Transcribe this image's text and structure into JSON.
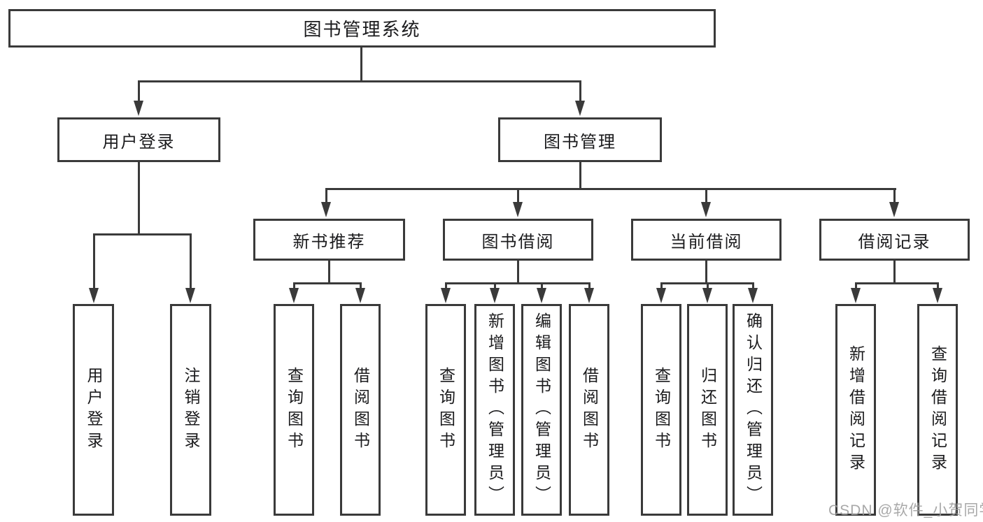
{
  "diagram": {
    "root": {
      "label": "图书管理系统"
    },
    "branches": [
      {
        "label": "用户登录",
        "children": [
          {
            "label": "用户登录"
          },
          {
            "label": "注销登录"
          }
        ]
      },
      {
        "label": "图书管理",
        "children": [
          {
            "label": "新书推荐",
            "children": [
              {
                "label": "查询图书"
              },
              {
                "label": "借阅图书"
              }
            ]
          },
          {
            "label": "图书借阅",
            "children": [
              {
                "label": "查询图书"
              },
              {
                "label": "新增图书（管理员）"
              },
              {
                "label": "编辑图书（管理员）"
              },
              {
                "label": "借阅图书"
              }
            ]
          },
          {
            "label": "当前借阅",
            "children": [
              {
                "label": "查询图书"
              },
              {
                "label": "归还图书"
              },
              {
                "label": "确认归还（管理员）"
              }
            ]
          },
          {
            "label": "借阅记录",
            "children": [
              {
                "label": "新增借阅记录"
              },
              {
                "label": "查询借阅记录"
              }
            ]
          }
        ]
      }
    ]
  },
  "watermark": {
    "text": "CSDN @软件_小贺同学"
  },
  "colors": {
    "line": "#3a3a3a",
    "text": "#1b1b1d",
    "watermark": "#9e9e9e",
    "background": "#ffffff"
  }
}
